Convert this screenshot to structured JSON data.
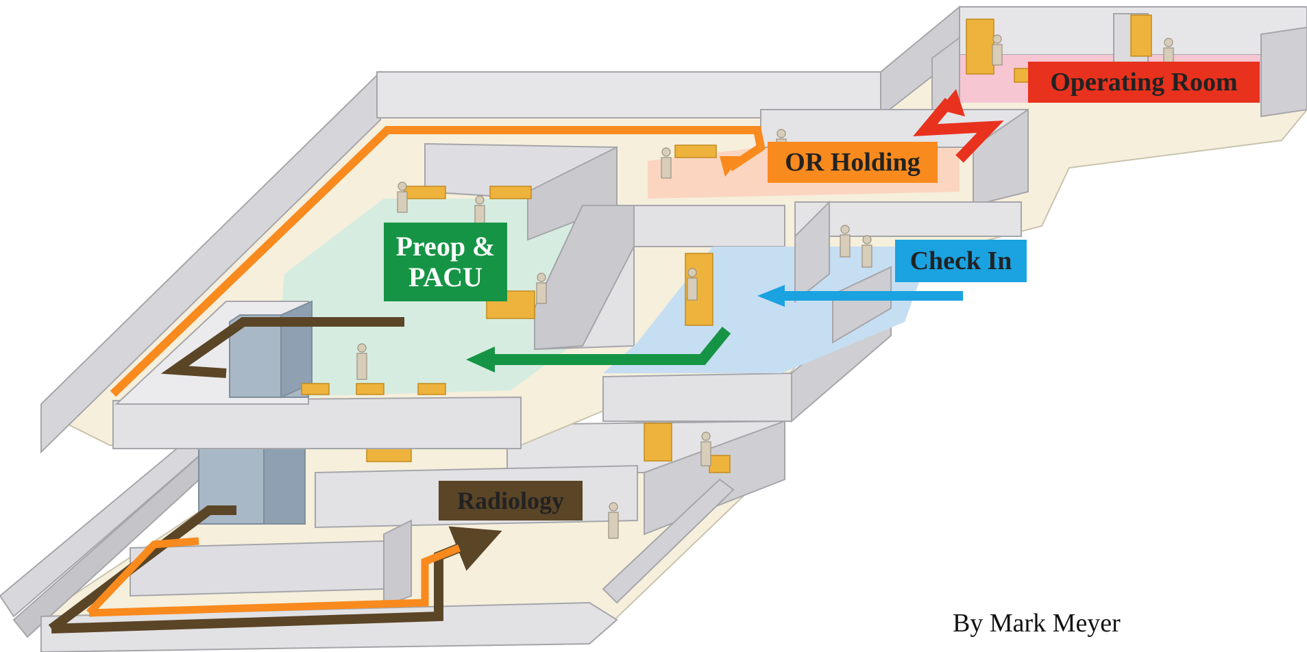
{
  "colors": {
    "operating_room": "#e8321e",
    "or_holding": "#f98a1e",
    "check_in": "#1ba2e0",
    "preop_pacu": "#169445",
    "radiology": "#5b4527",
    "wall_light": "#e6e6e8",
    "wall_mid": "#cfcfd3",
    "wall_dark": "#b8b8bd",
    "floor": "#f5efdc",
    "furniture": "#edb33c",
    "person": "#d7cdb8",
    "elevator": "#a9b8c6"
  },
  "rooms": {
    "operating_room": "Operating Room",
    "or_holding": "OR Holding",
    "check_in": "Check In",
    "preop_pacu_line1": "Preop &",
    "preop_pacu_line2": "PACU",
    "radiology": "Radiology"
  },
  "credit": "By Mark Meyer"
}
